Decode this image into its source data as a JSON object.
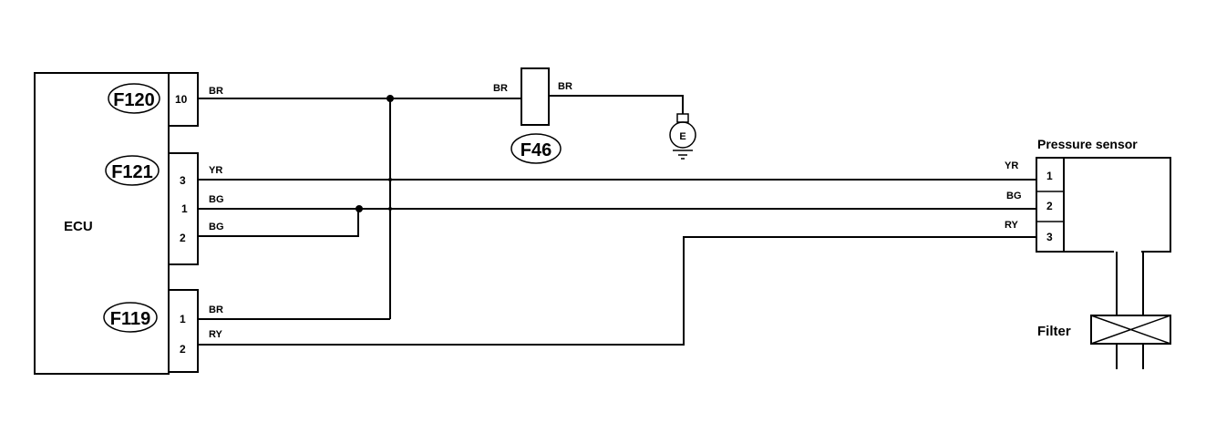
{
  "diagram": {
    "ecu": {
      "label": "ECU"
    },
    "connectors": {
      "f120": {
        "label": "F120",
        "pins": [
          "10"
        ]
      },
      "f121": {
        "label": "F121",
        "pins": [
          "3",
          "1",
          "2"
        ]
      },
      "f119": {
        "label": "F119",
        "pins": [
          "1",
          "2"
        ]
      },
      "f46": {
        "label": "F46"
      }
    },
    "wires": {
      "f120_10": "BR",
      "f121_3": "YR",
      "f121_1": "BG",
      "f121_2": "BG",
      "f119_1": "BR",
      "f119_2": "RY",
      "f46_in": "BR",
      "f46_out": "BR",
      "sensor_1": "YR",
      "sensor_2": "BG",
      "sensor_3": "RY"
    },
    "ground": {
      "label": "E"
    },
    "pressure_sensor": {
      "title": "Pressure sensor",
      "pins": [
        "1",
        "2",
        "3"
      ]
    },
    "filter": {
      "label": "Filter"
    }
  }
}
